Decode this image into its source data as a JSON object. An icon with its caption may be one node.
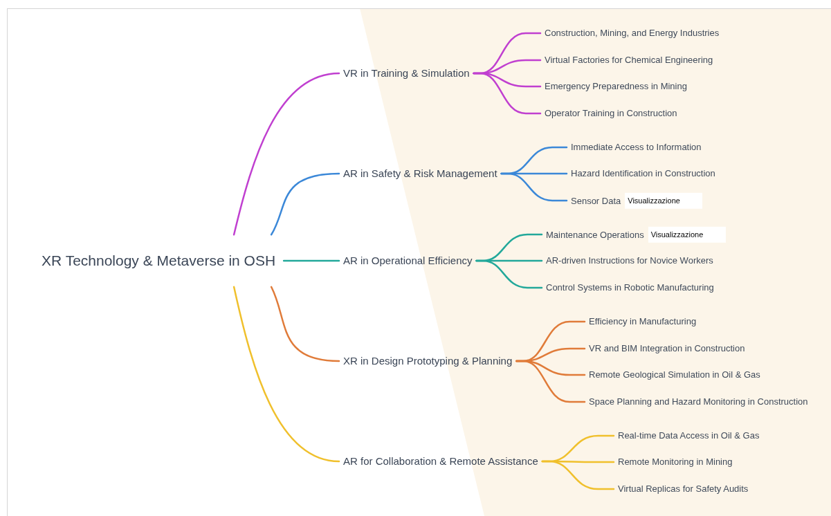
{
  "diagram": {
    "nodes": [
      {
        "text": [
          "XR Technology & Metaverse in OSH"
        ]
      },
      {
        "text": [
          "VR in Training & Simulation"
        ]
      },
      {
        "text": [
          "AR in Safety & Risk Management"
        ]
      },
      {
        "text": [
          "AR in Operational Efficiency"
        ]
      },
      {
        "text": [
          "XR in Design Prototyping & Planning"
        ]
      },
      {
        "text": [
          "AR for Collaboration & Remote Assistance"
        ]
      },
      {
        "text": [
          "Construction, Mining, and Energy Industries"
        ]
      },
      {
        "text": [
          "Virtual Factories for Chemical Engineering"
        ]
      },
      {
        "text": [
          "Emergency Preparedness in Mining"
        ]
      },
      {
        "text": [
          "Operator Training in Construction"
        ]
      },
      {
        "text": [
          "Immediate Access to Information"
        ]
      },
      {
        "text": [
          "Hazard Identification in Construction"
        ]
      },
      {
        "text": [
          "Sensor Data",
          "Visualizzazione"
        ]
      },
      {
        "text": [
          "Maintenance Operations",
          "Visualizzazione"
        ]
      },
      {
        "text": [
          "AR-driven Instructions for Novice Workers"
        ]
      },
      {
        "text": [
          "Control Systems in Robotic Manufacturing"
        ]
      },
      {
        "text": [
          "Efficiency in Manufacturing"
        ]
      },
      {
        "text": [
          "VR and BIM Integration in Construction"
        ]
      },
      {
        "text": [
          "Remote Geological Simulation in Oil & Gas"
        ]
      },
      {
        "text": [
          "Space Planning and Hazard Monitoring in Construction"
        ]
      },
      {
        "text": [
          "Real-time Data Access in Oil & Gas"
        ]
      },
      {
        "text": [
          "Remote Monitoring in Mining"
        ]
      },
      {
        "text": [
          "Virtual Replicas for Safety Audits"
        ]
      }
    ],
    "edges": [
      {
        "from": 0,
        "to": 1,
        "arrow": "none",
        "color": "#c03fd0"
      },
      {
        "from": 0,
        "to": 2,
        "arrow": "none",
        "color": "#3b88d8"
      },
      {
        "from": 0,
        "to": 3,
        "arrow": "none",
        "color": "#22a89a"
      },
      {
        "from": 0,
        "to": 4,
        "arrow": "none",
        "color": "#e07b39"
      },
      {
        "from": 0,
        "to": 5,
        "arrow": "none",
        "color": "#f0c02c"
      },
      {
        "from": 1,
        "to": 6,
        "arrow": "none",
        "color": "#c03fd0"
      },
      {
        "from": 1,
        "to": 7,
        "arrow": "none",
        "color": "#c03fd0"
      },
      {
        "from": 1,
        "to": 8,
        "arrow": "none",
        "color": "#c03fd0"
      },
      {
        "from": 1,
        "to": 9,
        "arrow": "none",
        "color": "#c03fd0"
      },
      {
        "from": 2,
        "to": 10,
        "arrow": "none",
        "color": "#3b88d8"
      },
      {
        "from": 2,
        "to": 11,
        "arrow": "none",
        "color": "#3b88d8"
      },
      {
        "from": 2,
        "to": 12,
        "arrow": "none",
        "color": "#3b88d8"
      },
      {
        "from": 3,
        "to": 13,
        "arrow": "none",
        "color": "#22a89a"
      },
      {
        "from": 3,
        "to": 14,
        "arrow": "none",
        "color": "#22a89a"
      },
      {
        "from": 3,
        "to": 15,
        "arrow": "none",
        "color": "#22a89a"
      },
      {
        "from": 4,
        "to": 16,
        "arrow": "none",
        "color": "#e07b39"
      },
      {
        "from": 4,
        "to": 17,
        "arrow": "none",
        "color": "#e07b39"
      },
      {
        "from": 4,
        "to": 18,
        "arrow": "none",
        "color": "#e07b39"
      },
      {
        "from": 4,
        "to": 19,
        "arrow": "none",
        "color": "#e07b39"
      },
      {
        "from": 5,
        "to": 20,
        "arrow": "none",
        "color": "#f0c02c"
      },
      {
        "from": 5,
        "to": 21,
        "arrow": "none",
        "color": "#f0c02c"
      },
      {
        "from": 5,
        "to": 22,
        "arrow": "none",
        "color": "#f0c02c"
      }
    ]
  }
}
